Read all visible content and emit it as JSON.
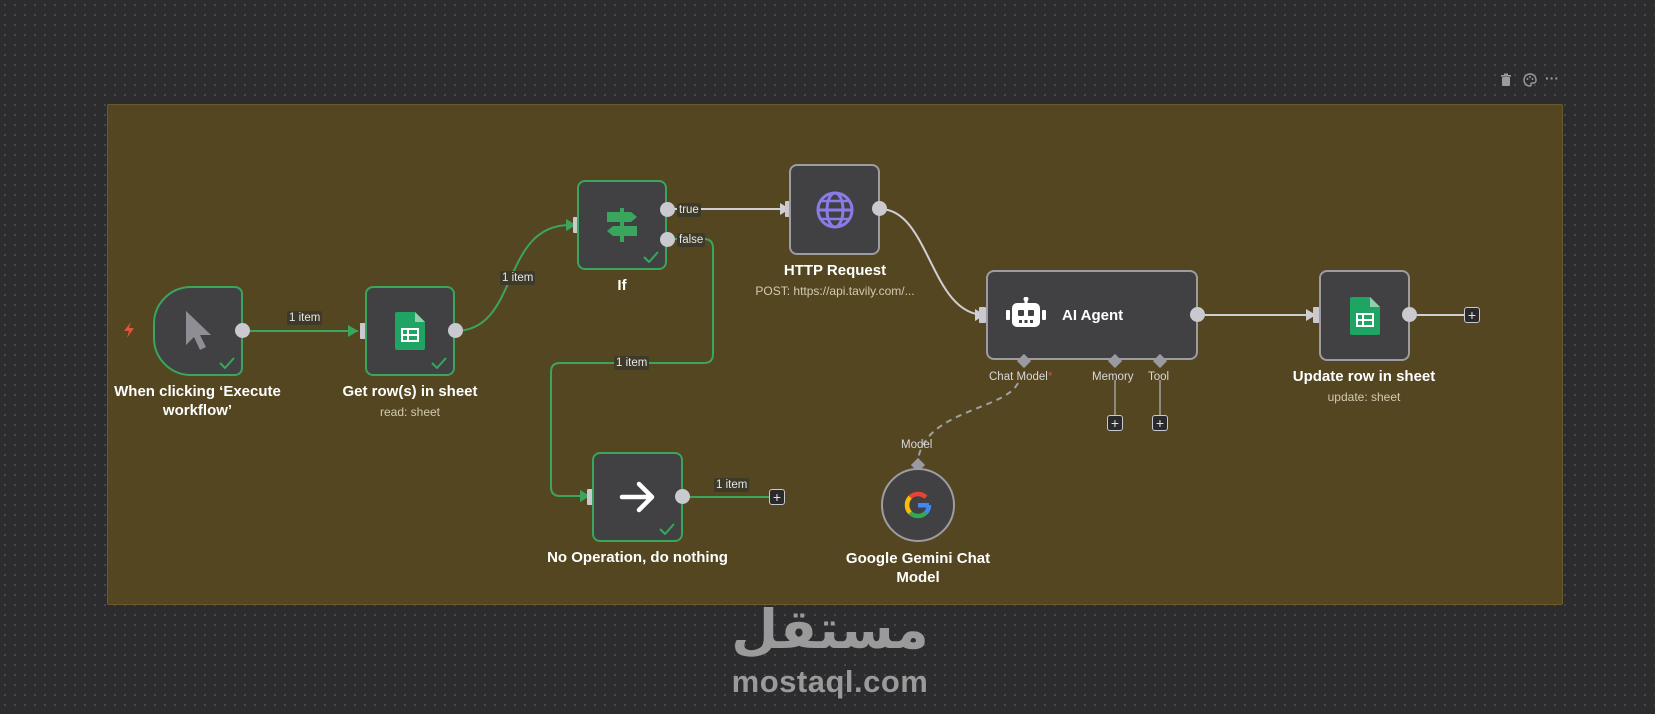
{
  "canvas": {
    "colors": {
      "background": "#2c2c2e",
      "sticky": "#544621",
      "success": "#3aa55c",
      "node": "#414144"
    }
  },
  "toolbar": {
    "icons": [
      "trash-icon",
      "palette-icon",
      "more-icon"
    ],
    "more_label": "···"
  },
  "nodes": {
    "trigger": {
      "label": "When clicking ‘Execute workflow’",
      "icon": "cursor-icon"
    },
    "get_rows": {
      "label": "Get row(s) in sheet",
      "subtitle": "read: sheet",
      "icon": "google-sheets-icon"
    },
    "if_node": {
      "label": "If",
      "icon": "signpost-icon",
      "outputs": {
        "true": "true",
        "false": "false"
      }
    },
    "http": {
      "label": "HTTP Request",
      "subtitle": "POST: https://api.tavily.com/...",
      "icon": "globe-icon"
    },
    "agent": {
      "label": "AI Agent",
      "icon": "robot-icon",
      "ports": {
        "chat_model": "Chat Model",
        "required_mark": "*",
        "memory": "Memory",
        "tool": "Tool"
      }
    },
    "noop": {
      "label": "No Operation, do nothing",
      "icon": "arrow-right-icon"
    },
    "gemini": {
      "label": "Google Gemini Chat Model",
      "icon": "google-icon",
      "port": "Model"
    },
    "update": {
      "label": "Update row in sheet",
      "subtitle": "update: sheet",
      "icon": "google-sheets-icon"
    }
  },
  "connections": {
    "trigger_to_get": "1 item",
    "get_to_if": "1 item",
    "if_false_to_noop": "1 item",
    "noop_out": "1 item"
  },
  "plus_label": "+",
  "watermark": {
    "arabic": "مستقل",
    "latin": "mostaql.com"
  }
}
